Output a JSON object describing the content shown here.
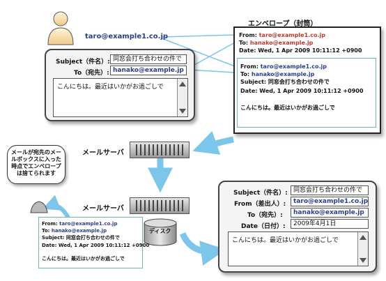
{
  "envelope_title": "エンベロープ（封筒）",
  "sender_address": "taro@example1.co.jp",
  "compose": {
    "subject_label": "Subject（件名）:",
    "subject_value": "同窓会打ち合わせの件で",
    "to_label": "To（宛先）:",
    "to_value": "hanako@example.jp"
  },
  "envelope": {
    "from": "From: taro@example1.co.jp",
    "to": "To: hanako@example.jp",
    "date": "Date: Wed, 1 Apr 2009 10:11:12 +0900"
  },
  "header": {
    "from_prefix": "From: ",
    "from_value": "taro@example1.co.jp",
    "to_prefix": "To: ",
    "to_value": "hanako@example.jp",
    "subject": "Subject: 同窓会打ち合わせの件で",
    "date": "Date: Wed, 1 Apr 2009 10:11:12 +0900",
    "body": "こんにちは。最近はいかがお過ごしで"
  },
  "mail_server_label_1": "メールサーバ",
  "mail_server_label_2": "メールサーバ",
  "disk_label": "ディスク",
  "note_text": "メールが宛先のメールボックスに入った時点でエンベロープは捨てられます",
  "stored": {
    "from": "From: taro@example1.co.jp",
    "to": "To: hanako@example.jp",
    "subject": "Subject: 同窓会打ち合わせの件で",
    "date": "Date: Wed, 1 Apr 2009 10:11:12 +0900",
    "body": "こんにちは。最近はいかがお過ごしで"
  },
  "received": {
    "subject_label": "Subject（件名）:",
    "subject_value": "同窓会打ち合わせの件で",
    "from_label": "From（差出人）:",
    "from_value": "taro@example1.co.jp",
    "to_label": "To（宛先）:",
    "to_value": "hanako@example.jp",
    "date_label": "Date（日付）:",
    "date_value": "2009年4月1日",
    "body": "こんにちは。最近はいかがお過ごしで"
  },
  "colors": {
    "arrow": "#7cc6ec",
    "link": "#2a3f8c",
    "envelope_red": "#c0392b",
    "inner_border": "#6fb8a9"
  }
}
